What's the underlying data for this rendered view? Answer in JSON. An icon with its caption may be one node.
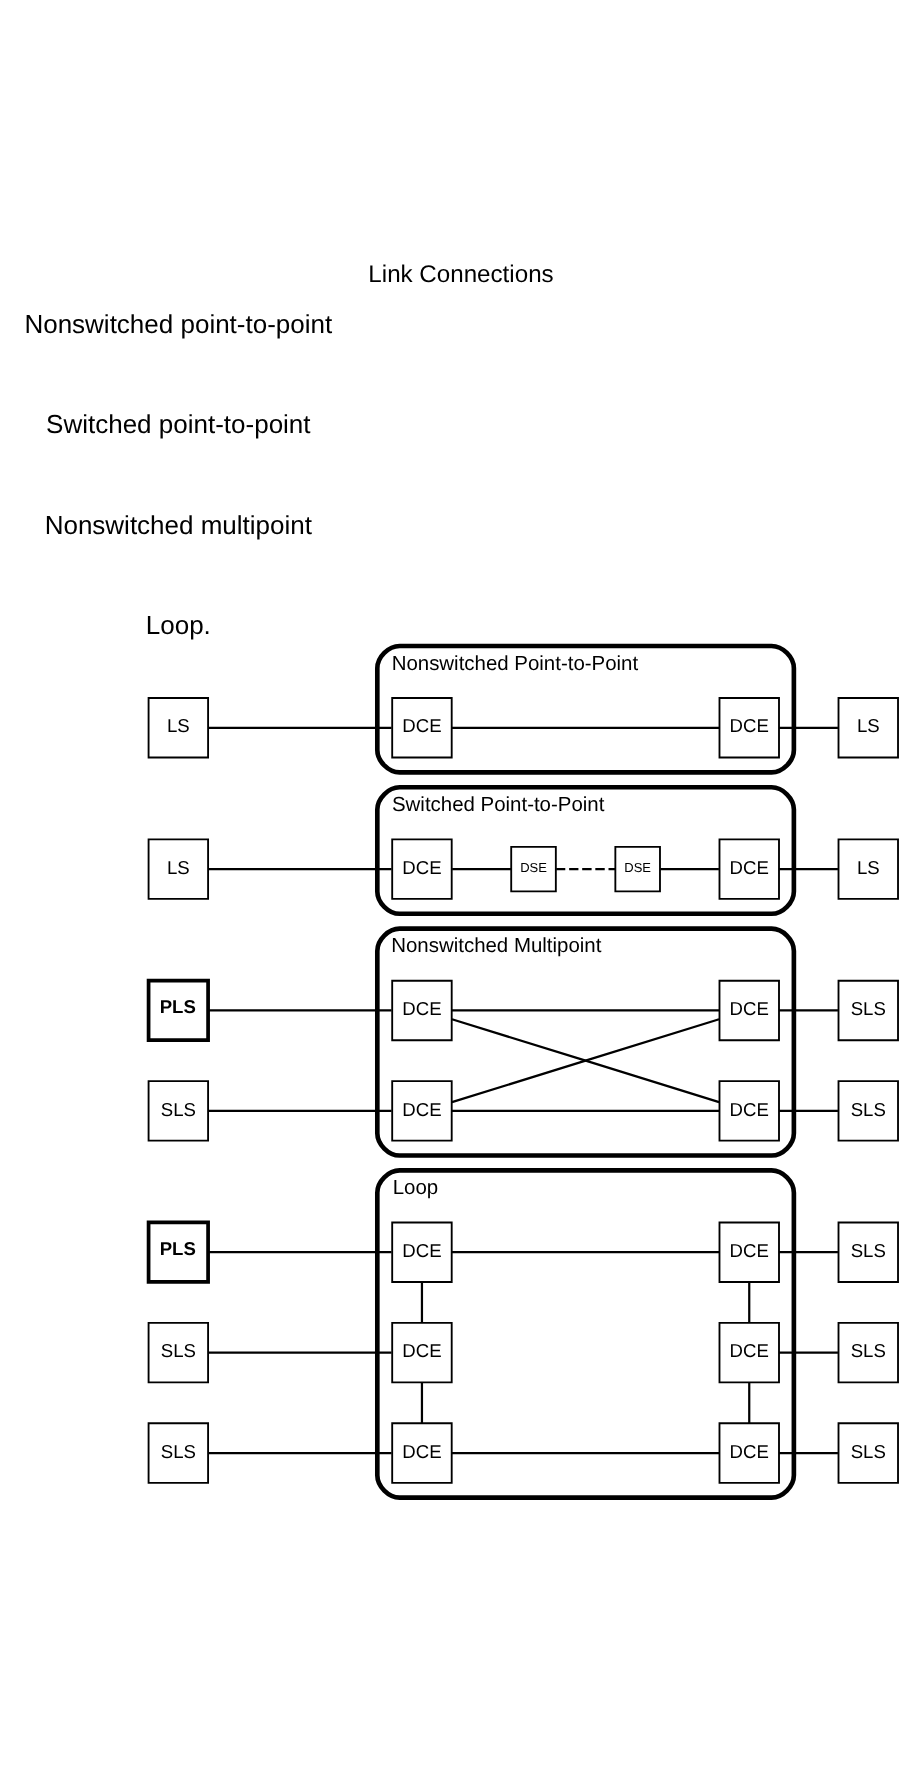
{
  "diagram": {
    "title": "Link Connections",
    "nodes": [
      {
        "text": [
          "Nonswitched Point-to-Point"
        ]
      },
      {
        "text": [
          "LS"
        ]
      },
      {
        "text": [
          "DCE"
        ],
        "in": 0
      },
      {
        "text": [
          "DCE"
        ],
        "in": 0
      },
      {
        "text": [
          "LS"
        ]
      },
      {
        "text": [
          "Switched Point-to-Point"
        ]
      },
      {
        "text": [
          "LS"
        ]
      },
      {
        "text": [
          "DCE"
        ],
        "in": 5
      },
      {
        "text": [
          "DSE"
        ],
        "in": 5
      },
      {
        "text": [
          "DSE"
        ],
        "in": 5
      },
      {
        "text": [
          "DCE"
        ],
        "in": 5
      },
      {
        "text": [
          "LS"
        ]
      },
      {
        "text": [
          "Nonswitched Multipoint"
        ]
      },
      {
        "text": [
          "PLS"
        ]
      },
      {
        "text": [
          "DCE"
        ],
        "in": 12
      },
      {
        "text": [
          "DCE"
        ],
        "in": 12
      },
      {
        "text": [
          "SLS"
        ]
      },
      {
        "text": [
          "SLS"
        ]
      },
      {
        "text": [
          "DCE"
        ],
        "in": 12
      },
      {
        "text": [
          "DCE"
        ],
        "in": 12
      },
      {
        "text": [
          "SLS"
        ]
      },
      {
        "text": [
          "Loop"
        ]
      },
      {
        "text": [
          "PLS"
        ]
      },
      {
        "text": [
          "DCE"
        ],
        "in": 21
      },
      {
        "text": [
          "DCE"
        ],
        "in": 21
      },
      {
        "text": [
          "SLS"
        ]
      },
      {
        "text": [
          "SLS"
        ]
      },
      {
        "text": [
          "DCE"
        ],
        "in": 21
      },
      {
        "text": [
          "DCE"
        ],
        "in": 21
      },
      {
        "text": [
          "SLS"
        ]
      },
      {
        "text": [
          "SLS"
        ]
      },
      {
        "text": [
          "DCE"
        ],
        "in": 21
      },
      {
        "text": [
          "DCE"
        ],
        "in": 21
      },
      {
        "text": [
          "SLS"
        ]
      }
    ],
    "edges": [
      {
        "from": 1,
        "to": 2,
        "arrow": "none"
      },
      {
        "from": 2,
        "to": 3,
        "arrow": "none"
      },
      {
        "from": 3,
        "to": 4,
        "arrow": "none"
      },
      {
        "from": 6,
        "to": 7,
        "arrow": "none"
      },
      {
        "from": 7,
        "to": 8,
        "arrow": "none"
      },
      {
        "from": 8,
        "to": 9,
        "arrow": "none",
        "style": "dashed"
      },
      {
        "from": 9,
        "to": 10,
        "arrow": "none"
      },
      {
        "from": 10,
        "to": 11,
        "arrow": "none"
      },
      {
        "from": 13,
        "to": 14,
        "arrow": "none"
      },
      {
        "from": 14,
        "to": 15,
        "arrow": "none"
      },
      {
        "from": 15,
        "to": 16,
        "arrow": "none"
      },
      {
        "from": 14,
        "to": 19,
        "arrow": "none"
      },
      {
        "from": 17,
        "to": 18,
        "arrow": "none"
      },
      {
        "from": 18,
        "to": 15,
        "arrow": "none"
      },
      {
        "from": 18,
        "to": 19,
        "arrow": "none"
      },
      {
        "from": 19,
        "to": 20,
        "arrow": "none"
      },
      {
        "from": 22,
        "to": 23,
        "arrow": "none"
      },
      {
        "from": 23,
        "to": 24,
        "arrow": "none"
      },
      {
        "from": 24,
        "to": 25,
        "arrow": "none"
      },
      {
        "from": 23,
        "to": 27,
        "arrow": "none"
      },
      {
        "from": 24,
        "to": 28,
        "arrow": "none"
      },
      {
        "from": 26,
        "to": 27,
        "arrow": "none"
      },
      {
        "from": 28,
        "to": 29,
        "arrow": "none"
      },
      {
        "from": 27,
        "to": 31,
        "arrow": "none"
      },
      {
        "from": 28,
        "to": 32,
        "arrow": "none"
      },
      {
        "from": 30,
        "to": 31,
        "arrow": "none"
      },
      {
        "from": 31,
        "to": 32,
        "arrow": "none"
      },
      {
        "from": 32,
        "to": 33,
        "arrow": "none"
      }
    ],
    "labels": [
      "Nonswitched point-to-point",
      "Switched point-to-point",
      "Nonswitched multipoint",
      "Loop."
    ]
  }
}
